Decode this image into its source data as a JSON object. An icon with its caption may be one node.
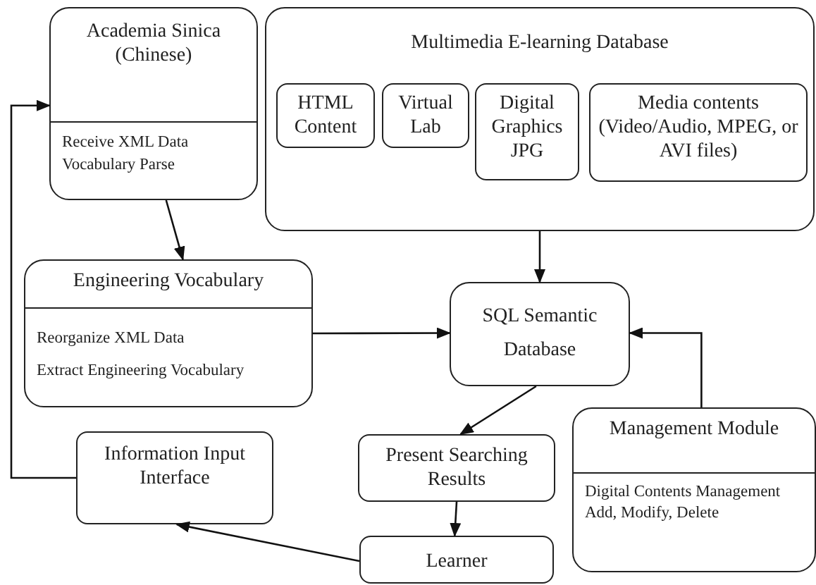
{
  "diagram": {
    "nodes": [
      {
        "text": [
          "Academia Sinica (Chinese)",
          "Receive XML Data",
          "Vocabulary Parse"
        ]
      },
      {
        "text": [
          "Multimedia E-learning Database"
        ]
      },
      {
        "text": [
          "HTML Content"
        ],
        "in": 1
      },
      {
        "text": [
          "Virtual Lab"
        ],
        "in": 1
      },
      {
        "text": [
          "Digital Graphics JPG"
        ],
        "in": 1
      },
      {
        "text": [
          "Media contents (Video/Audio, MPEG, or AVI files)"
        ],
        "in": 1
      },
      {
        "text": [
          "Engineering Vocabulary",
          "Reorganize XML Data",
          "Extract Engineering Vocabulary"
        ]
      },
      {
        "text": [
          "SQL Semantic Database"
        ]
      },
      {
        "text": [
          "Management Module",
          "Digital Contents Management",
          "Add, Modify, Delete"
        ]
      },
      {
        "text": [
          "Information Input Interface"
        ]
      },
      {
        "text": [
          "Present Searching Results"
        ]
      },
      {
        "text": [
          "Learner"
        ]
      }
    ],
    "edges": [
      {
        "from": 0,
        "to": 6,
        "arrow": "to"
      },
      {
        "from": 1,
        "to": 7,
        "arrow": "to"
      },
      {
        "from": 6,
        "to": 7,
        "arrow": "to"
      },
      {
        "from": 8,
        "to": 7,
        "arrow": "to"
      },
      {
        "from": 7,
        "to": 10,
        "arrow": "to"
      },
      {
        "from": 10,
        "to": 11,
        "arrow": "to"
      },
      {
        "from": 11,
        "to": 9,
        "arrow": "to"
      },
      {
        "from": 9,
        "to": 0,
        "arrow": "to"
      }
    ]
  }
}
